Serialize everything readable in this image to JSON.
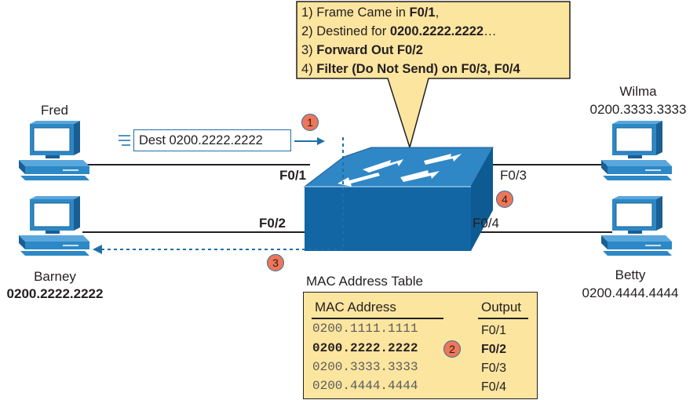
{
  "callout": {
    "line1_prefix": "1) Frame Came in ",
    "line1_bold": "F0/1",
    "line1_suffix": ",",
    "line2_prefix": "2) Destined for ",
    "line2_bold": "0200.2222.2222",
    "line2_suffix": "…",
    "line3_prefix": "3) ",
    "line3_bold": "Forward Out F0/2",
    "line4_prefix": "4) ",
    "line4_bold": "Filter (Do Not Send) on F0/3, F0/4"
  },
  "hosts": {
    "fred": {
      "name": "Fred"
    },
    "barney": {
      "name": "Barney",
      "mac": "0200.2222.2222"
    },
    "wilma": {
      "name": "Wilma",
      "mac": "0200.3333.3333"
    },
    "betty": {
      "name": "Betty",
      "mac": "0200.4444.4444"
    }
  },
  "ports": {
    "f01": "F0/1",
    "f02": "F0/2",
    "f03": "F0/3",
    "f04": "F0/4"
  },
  "frame": {
    "label": "Dest 0200.2222.2222"
  },
  "steps": {
    "s1": "1",
    "s2": "2",
    "s3": "3",
    "s4": "4"
  },
  "mac_table": {
    "title": "MAC Address Table",
    "headers": {
      "mac": "MAC Address",
      "output": "Output"
    },
    "rows": [
      {
        "mac": "0200.1111.1111",
        "output": "F0/1"
      },
      {
        "mac": "0200.2222.2222",
        "output": "F0/2"
      },
      {
        "mac": "0200.3333.3333",
        "output": "F0/3"
      },
      {
        "mac": "0200.4444.4444",
        "output": "F0/4"
      }
    ]
  },
  "colors": {
    "switch_front": "#1266a4",
    "switch_top": "#2f87c6",
    "computer_face": "#2d88c6",
    "computer_dark": "#1a5f93",
    "callout_fill": "#fce59f",
    "badge": "#ef7658",
    "dashed_arrow": "#1e6fa8"
  }
}
